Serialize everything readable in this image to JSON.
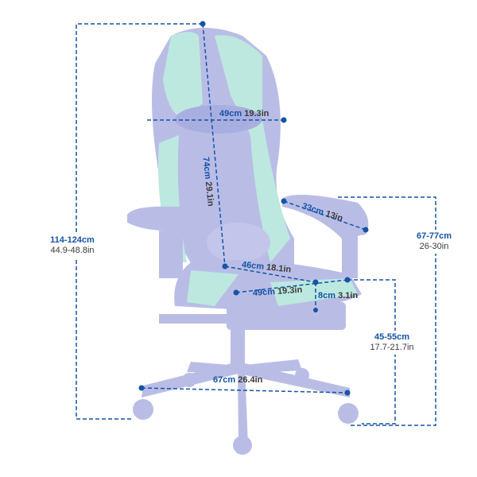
{
  "colors": {
    "dimension_line": "#1553a6",
    "chair_body": "#b9bde6",
    "chair_accent": "#bde8df",
    "text_secondary": "#3a3a3a"
  },
  "dimensions": {
    "total_height": {
      "cm": "114-124cm",
      "in": "44.9-48.8in"
    },
    "headrest_width": {
      "cm": "49cm",
      "in": "19.3in"
    },
    "backrest_height": {
      "cm": "74cm",
      "in": "29.1in"
    },
    "armrest_length": {
      "cm": "33cm",
      "in": "13in"
    },
    "armrest_height": {
      "cm": "67-77cm",
      "in": "26-30in"
    },
    "seat_depth": {
      "cm": "46cm",
      "in": "18.1in"
    },
    "seat_width": {
      "cm": "49cm",
      "in": "19.3in"
    },
    "seat_thickness": {
      "cm": "8cm",
      "in": "3.1in"
    },
    "seat_height": {
      "cm": "45-55cm",
      "in": "17.7-21.7in"
    },
    "base_width": {
      "cm": "67cm",
      "in": "26.4in"
    }
  }
}
